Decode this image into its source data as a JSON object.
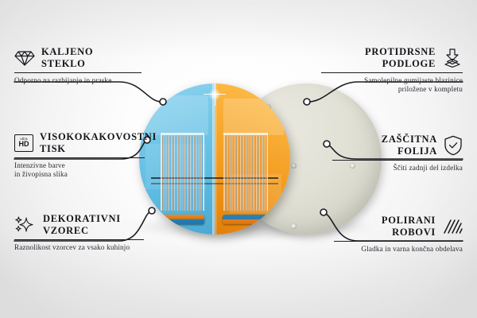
{
  "product": {
    "front_disc": {
      "name": "glass-cutting-board-round",
      "motif": "two drinking glasses on blue and orange split background",
      "colors": {
        "blue": "#59b9e0",
        "orange": "#ef9417"
      }
    },
    "back_disc": {
      "name": "board-reverse-side",
      "color": "#e2e1d6",
      "pad_count": 4
    }
  },
  "callouts": {
    "top_left": {
      "icon": "diamond-icon",
      "title_line1": "KALJENO",
      "title_line2": "STEKLO",
      "subtitle_line1": "Odporno na razbijanje in praske",
      "subtitle_line2": ""
    },
    "middle_left": {
      "icon": "ultra-hd-badge-icon",
      "badge_small": "ultra",
      "badge_large": "HD",
      "title_line1": "VISOKOKAKOVOSTNI",
      "title_line2": "TISK",
      "subtitle_line1": "Intenzivne barve",
      "subtitle_line2": "in živopisna slika"
    },
    "bottom_left": {
      "icon": "sparkles-icon",
      "title_line1": "DEKORATIVNI",
      "title_line2": "VZOREC",
      "subtitle_line1": "Raznolikost vzorcev za vsako kuhinjo",
      "subtitle_line2": ""
    },
    "top_right": {
      "icon": "anti-slip-pad-icon",
      "title_line1": "PROTIDRSNE",
      "title_line2": "PODLOGE",
      "subtitle_line1": "Samolepilne gumijaste blazinice",
      "subtitle_line2": "priložene v kompletu"
    },
    "middle_right": {
      "icon": "shield-check-icon",
      "title_line1": "ZAŠČITNA",
      "title_line2": "FOLIJA",
      "subtitle_line1": "Ščiti zadnji del izdelka",
      "subtitle_line2": ""
    },
    "bottom_right": {
      "icon": "polished-edges-icon",
      "title_line1": "POLIRANI",
      "title_line2": "ROBOVI",
      "subtitle_line1": "Gladka in varna končna obdelava",
      "subtitle_line2": ""
    }
  },
  "style": {
    "line_color": "#1b1c20",
    "text_color": "#15161a",
    "background": "#f2f2f2"
  }
}
